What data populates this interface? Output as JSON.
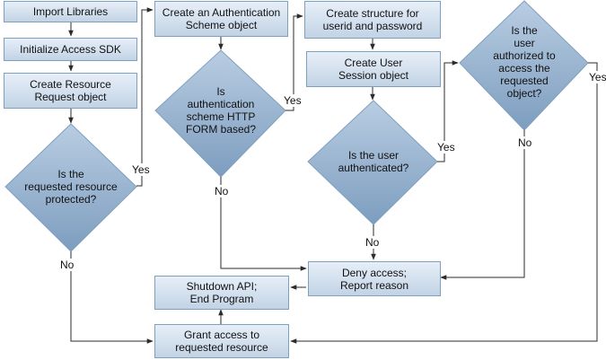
{
  "boxes": {
    "import_libraries": "Import Libraries",
    "initialize_sdk": "Initialize Access SDK",
    "create_resource_request": "Create Resource\nRequest object",
    "create_auth_scheme": "Create an Authentication\nScheme object",
    "create_structure": "Create structure for\nuserid and password",
    "create_user_session": "Create User\nSession object",
    "deny_access": "Deny access;\nReport reason",
    "shutdown_api": "Shutdown API;\nEnd Program",
    "grant_access": "Grant access to\nrequested resource"
  },
  "decisions": {
    "resource_protected": "Is the\nrequested resource\nprotected?",
    "http_form": "Is\nauthentication\nscheme HTTP\nFORM based?",
    "user_authenticated": "Is the user\nauthenticated?",
    "user_authorized": "Is the\nuser\nauthorized to\naccess the\nrequested\nobject?"
  },
  "labels": {
    "protected_yes": "Yes",
    "protected_no": "No",
    "form_yes": "Yes",
    "form_no": "No",
    "authenticated_yes": "Yes",
    "authenticated_no": "No",
    "authorized_yes": "Yes",
    "authorized_no": "No"
  },
  "colors": {
    "box_top": "#e7eff8",
    "box_bottom": "#c2d3e5",
    "diamond_top": "#b9cde2",
    "diamond_bottom": "#7d9dbf",
    "border": "#7ea0bf",
    "line": "#2b2b2b"
  }
}
